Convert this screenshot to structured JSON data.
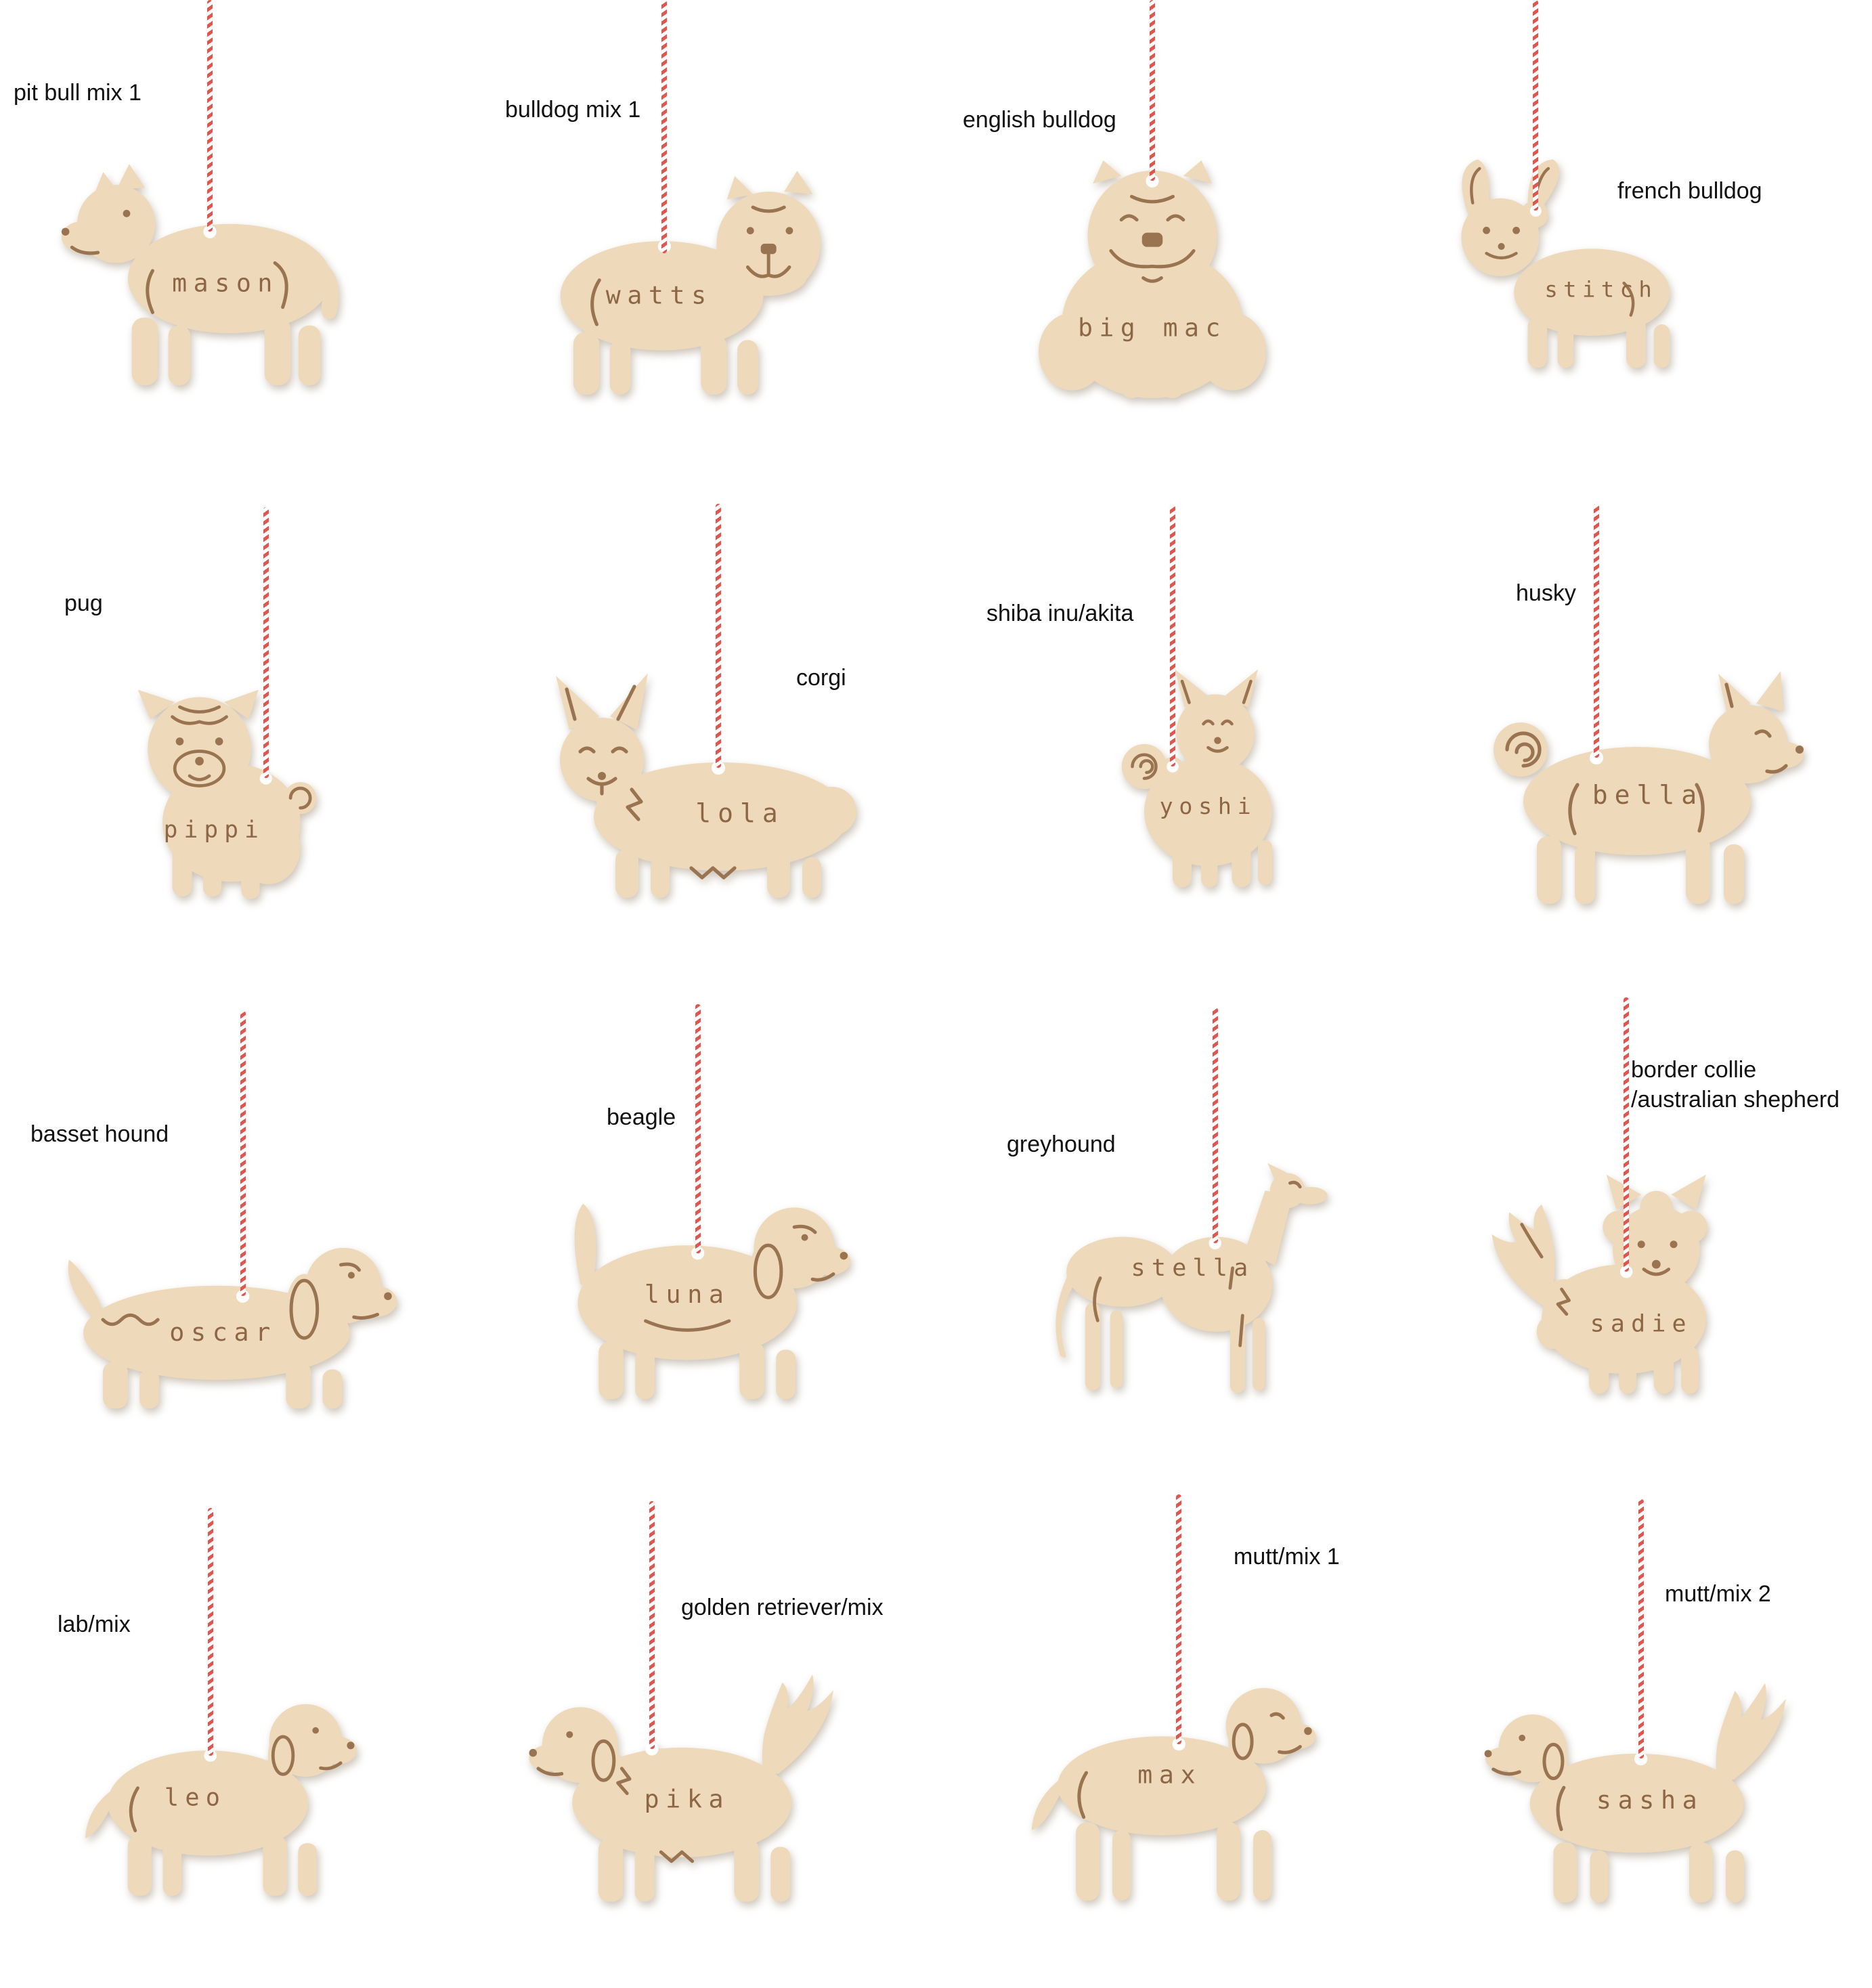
{
  "page": {
    "background_color": "#ffffff",
    "description": "Grid of laser-cut wooden personalized dog ornaments with red-white twine hangers"
  },
  "colors": {
    "wood": "#eedaba",
    "engraving": "#9a7450",
    "twine_red": "#e0564e",
    "label_text": "#111111"
  },
  "ornaments": [
    {
      "breed": "pit bull mix 1",
      "name": "mason"
    },
    {
      "breed": "bulldog mix 1",
      "name": "watts"
    },
    {
      "breed": "english bulldog",
      "name": "big mac"
    },
    {
      "breed": "french bulldog",
      "name": "stitch"
    },
    {
      "breed": "pug",
      "name": "pippi"
    },
    {
      "breed": "corgi",
      "name": "lola"
    },
    {
      "breed": "shiba inu/akita",
      "name": "yoshi"
    },
    {
      "breed": "husky",
      "name": "bella"
    },
    {
      "breed": "basset hound",
      "name": "oscar"
    },
    {
      "breed": "beagle",
      "name": "luna"
    },
    {
      "breed": "greyhound",
      "name": "stella"
    },
    {
      "breed": "border collie\n/australian shepherd",
      "name": "sadie"
    },
    {
      "breed": "lab/mix",
      "name": "leo"
    },
    {
      "breed": "golden retriever/mix",
      "name": "pika"
    },
    {
      "breed": "mutt/mix 1",
      "name": "max"
    },
    {
      "breed": "mutt/mix 2",
      "name": "sasha"
    }
  ]
}
